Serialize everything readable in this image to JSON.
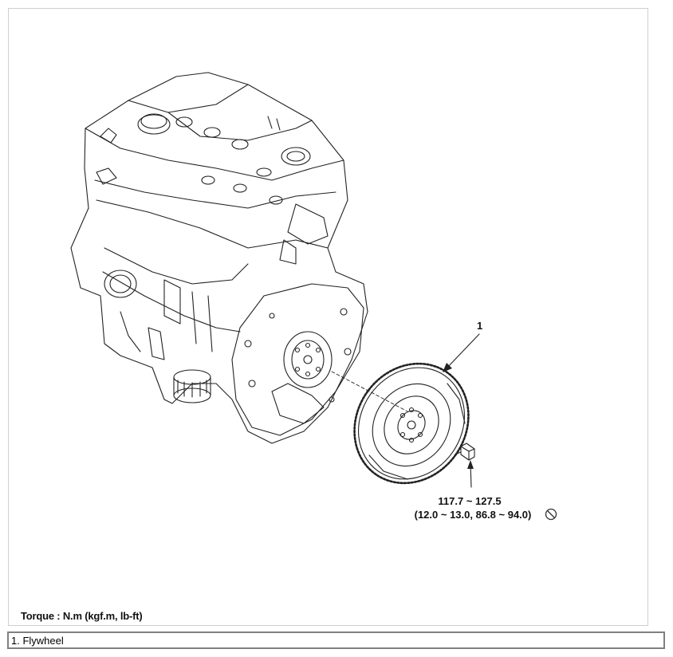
{
  "callout": {
    "number": "1"
  },
  "torque_spec": {
    "line1": "117.7 ~ 127.5",
    "line2": "(12.0 ~ 13.0, 86.8 ~ 94.0)",
    "icon": "do-not-reuse-icon"
  },
  "torque_note": "Torque : N.m (kgf.m, lb-ft)",
  "legend": {
    "items": [
      "1. Flywheel"
    ]
  },
  "colors": {
    "line": "#222222",
    "frame": "#cfcfcf",
    "legend_border": "#808080"
  }
}
